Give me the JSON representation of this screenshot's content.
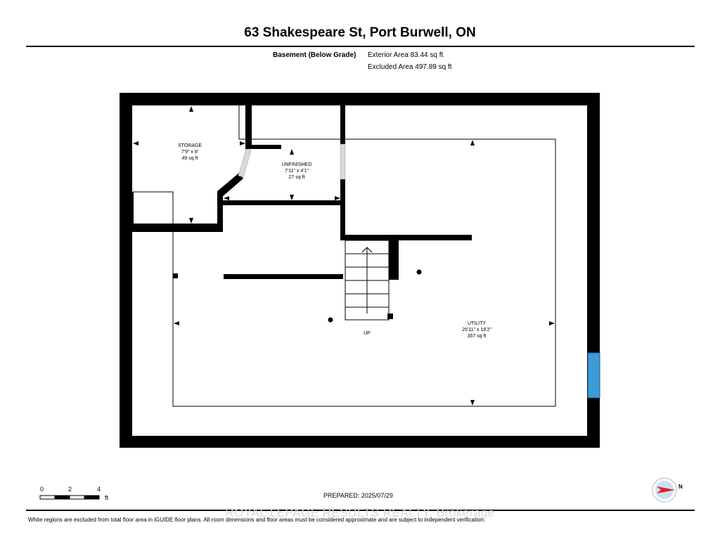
{
  "header": {
    "title": "63 Shakespeare St, Port Burwell, ON"
  },
  "level": {
    "name": "Basement (Below Grade)",
    "exterior_area": "Exterior Area 83.44 sq ft",
    "excluded_area": "Excluded Area 497.89 sq ft"
  },
  "rooms": [
    {
      "name": "STORAGE",
      "dims": "7'9\" x 8'",
      "area": "49 sq ft"
    },
    {
      "name": "UNFINISHED",
      "dims": "7'11\" x 4'1\"",
      "area": "27 sq ft"
    },
    {
      "name": "UTILITY",
      "dims": "25'11\" x 18'2\"",
      "area": "357 sq ft"
    }
  ],
  "stairs": {
    "label": "UP"
  },
  "scale": {
    "ticks": [
      "0",
      "2",
      "4"
    ],
    "unit": "ft"
  },
  "compass": {
    "label": "N"
  },
  "footer": {
    "prepared": "PREPARED: 2025/07/29",
    "brokerage": "ROYAL LEPAGE RESULTS REALTY, Brokerage",
    "disclaimer": "White regions are excluded from total floor area in iGUIDE floor plans. All room dimensions and floor areas must be considered approximate and are subject to independent verification."
  },
  "colors": {
    "wall": "#000000",
    "door": "#d9d9d9",
    "window": "#3d9bd6",
    "compass_arrow": "#e02020",
    "compass_disc": "#c9e1f3"
  }
}
